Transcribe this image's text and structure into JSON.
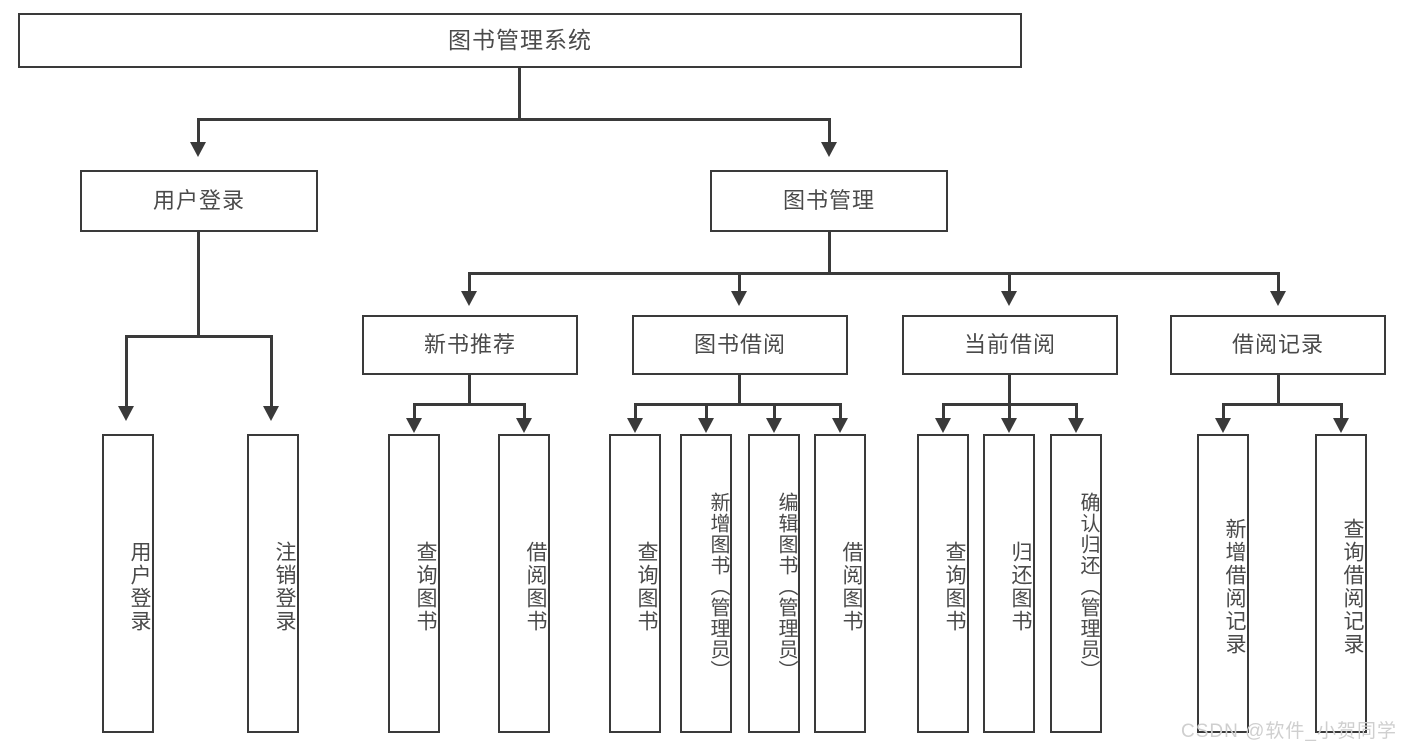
{
  "diagram": {
    "type": "tree-hierarchy",
    "title": "图书管理系统",
    "watermark": "CSDN @软件_小贺同学",
    "colors": {
      "stroke": "#3a3a3a",
      "text": "#4a4a4a",
      "background": "#ffffff",
      "watermark": "#cfcfcf"
    },
    "levels": [
      {
        "level": 1,
        "nodes": [
          {
            "id": "root",
            "label": "图书管理系统",
            "orientation": "horizontal"
          }
        ]
      },
      {
        "level": 2,
        "nodes": [
          {
            "id": "user-login",
            "label": "用户登录",
            "orientation": "horizontal",
            "parent": "root"
          },
          {
            "id": "book-manage",
            "label": "图书管理",
            "orientation": "horizontal",
            "parent": "root"
          }
        ]
      },
      {
        "level": 3,
        "nodes": [
          {
            "id": "new-book-recommend",
            "label": "新书推荐",
            "orientation": "horizontal",
            "parent": "book-manage"
          },
          {
            "id": "book-borrow",
            "label": "图书借阅",
            "orientation": "horizontal",
            "parent": "book-manage"
          },
          {
            "id": "current-borrow",
            "label": "当前借阅",
            "orientation": "horizontal",
            "parent": "book-manage"
          },
          {
            "id": "borrow-record",
            "label": "借阅记录",
            "orientation": "horizontal",
            "parent": "book-manage"
          }
        ]
      },
      {
        "level": 4,
        "nodes": [
          {
            "id": "leaf-user-login",
            "label": "用户登录",
            "orientation": "vertical",
            "parent": "user-login"
          },
          {
            "id": "leaf-logout",
            "label": "注销登录",
            "orientation": "vertical",
            "parent": "user-login"
          },
          {
            "id": "leaf-query-book-1",
            "label": "查询图书",
            "orientation": "vertical",
            "parent": "new-book-recommend"
          },
          {
            "id": "leaf-borrow-book-1",
            "label": "借阅图书",
            "orientation": "vertical",
            "parent": "new-book-recommend"
          },
          {
            "id": "leaf-query-book-2",
            "label": "查询图书",
            "orientation": "vertical",
            "parent": "book-borrow"
          },
          {
            "id": "leaf-add-book",
            "label": "新增图书（管理员）",
            "orientation": "vertical",
            "parent": "book-borrow"
          },
          {
            "id": "leaf-edit-book",
            "label": "编辑图书（管理员）",
            "orientation": "vertical",
            "parent": "book-borrow"
          },
          {
            "id": "leaf-borrow-book-2",
            "label": "借阅图书",
            "orientation": "vertical",
            "parent": "book-borrow"
          },
          {
            "id": "leaf-query-book-3",
            "label": "查询图书",
            "orientation": "vertical",
            "parent": "current-borrow"
          },
          {
            "id": "leaf-return-book",
            "label": "归还图书",
            "orientation": "vertical",
            "parent": "current-borrow"
          },
          {
            "id": "leaf-confirm-return",
            "label": "确认归还（管理员）",
            "orientation": "vertical",
            "parent": "current-borrow"
          },
          {
            "id": "leaf-add-record",
            "label": "新增借阅记录",
            "orientation": "vertical",
            "parent": "borrow-record"
          },
          {
            "id": "leaf-query-record",
            "label": "查询借阅记录",
            "orientation": "vertical",
            "parent": "borrow-record"
          }
        ]
      }
    ]
  }
}
